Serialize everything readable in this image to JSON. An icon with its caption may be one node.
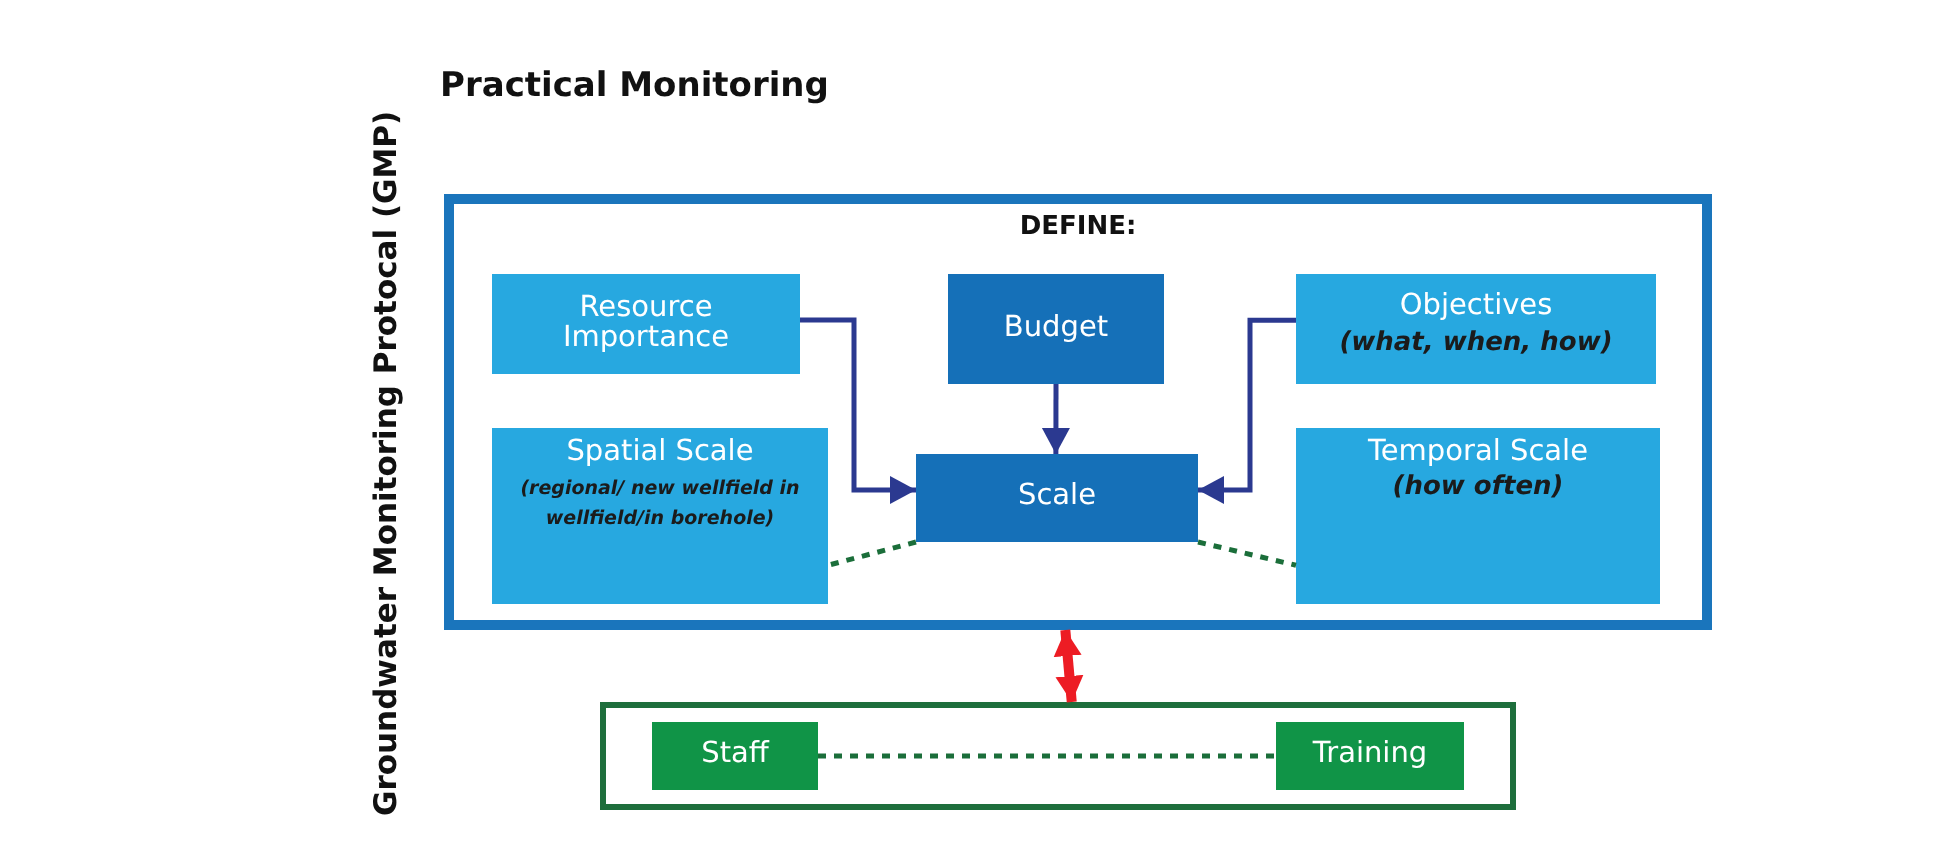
{
  "diagram": {
    "title": "Practical Monitoring",
    "nodes": [
      {
        "text": [
          "DEFINE:"
        ]
      },
      {
        "text": [
          "Resource Importance"
        ],
        "in": 0
      },
      {
        "text": [
          "Budget"
        ],
        "in": 0
      },
      {
        "text": [
          "Objectives",
          "(what, when, how)"
        ],
        "in": 0
      },
      {
        "text": [
          "Spatial Scale",
          "(regional/ new wellfield in wellfield/in borehole)"
        ],
        "in": 0
      },
      {
        "text": [
          "Scale"
        ],
        "in": 0
      },
      {
        "text": [
          "Temporal Scale",
          "(how often)"
        ],
        "in": 0
      },
      {
        "text": [],
        "shape": "box"
      },
      {
        "text": [
          "Staff"
        ],
        "in": 7
      },
      {
        "text": [
          "Training"
        ],
        "in": 7
      }
    ],
    "edges": [
      {
        "from": 1,
        "to": 5,
        "arrow": "to"
      },
      {
        "from": 2,
        "to": 5,
        "arrow": "to"
      },
      {
        "from": 3,
        "to": 5,
        "arrow": "to"
      },
      {
        "from": 5,
        "to": 4,
        "arrow": "none",
        "style": "dashed",
        "color": "#1b6e3a"
      },
      {
        "from": 5,
        "to": 6,
        "arrow": "none",
        "style": "dashed",
        "color": "#1b6e3a"
      },
      {
        "from": 0,
        "to": 7,
        "arrow": "both",
        "style": "thick",
        "color": "#ed1c24"
      },
      {
        "from": 8,
        "to": 9,
        "arrow": "none",
        "style": "dashed",
        "color": "#1b6e3a"
      }
    ],
    "labels": [
      "Groundwater Monitoring Protocal (GMP)"
    ]
  }
}
